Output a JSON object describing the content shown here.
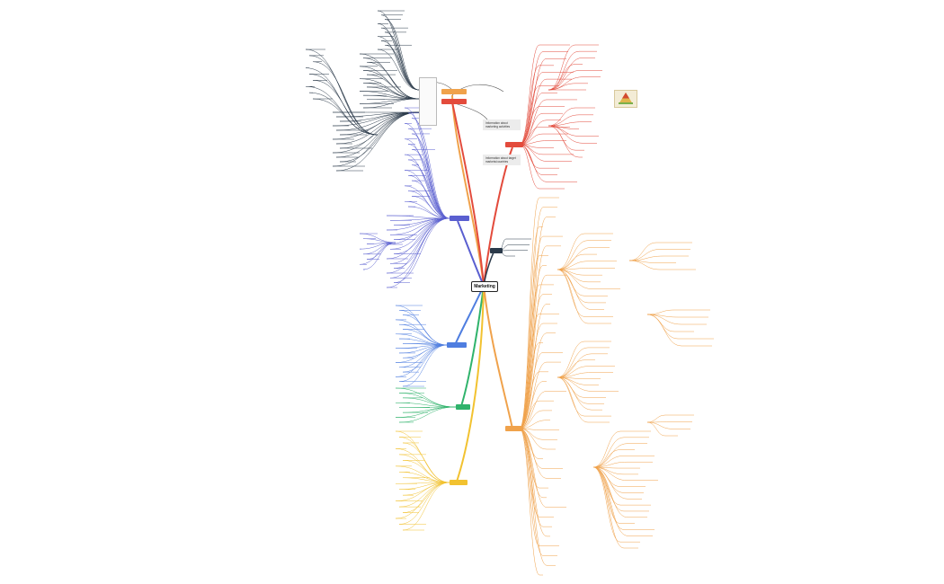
{
  "root": {
    "label": "Marketing"
  },
  "notes": [
    "Information about marketing activities",
    "Information about target markets/countries"
  ],
  "colors": {
    "root_border": "#222222",
    "red": "#e34b3c",
    "red_light": "#f08a4b",
    "dark": "#2b3a4a",
    "indigo": "#5a5fd0",
    "blue": "#4f7ee0",
    "green": "#2fb36b",
    "yellow": "#f2c230",
    "orange": "#f0a24b",
    "gray_note": "#ececec"
  }
}
